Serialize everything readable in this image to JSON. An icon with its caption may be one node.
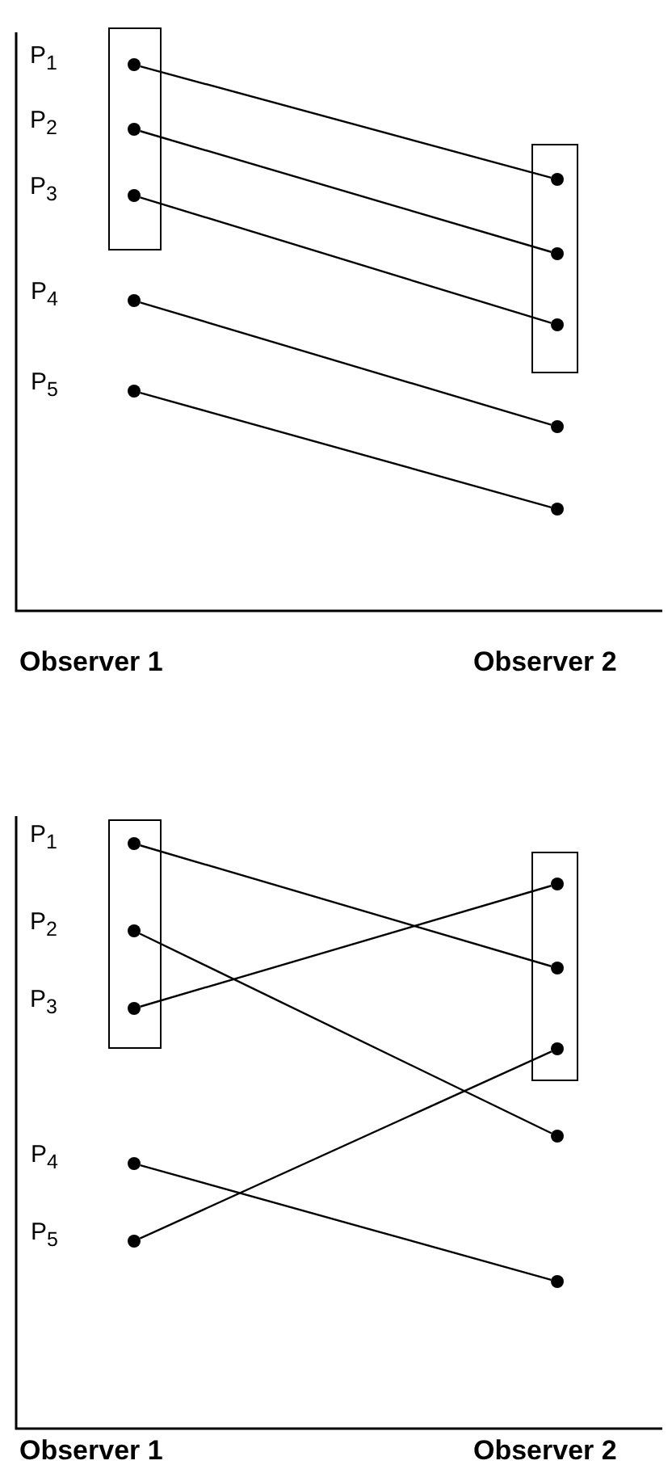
{
  "diagram": {
    "nodes": [
      {
        "text": [],
        "shape": "box"
      },
      {
        "text": [],
        "shape": "circle",
        "in": 0,
        "beside": [
          "P$_{1}$"
        ]
      },
      {
        "text": [],
        "shape": "circle",
        "in": 0,
        "beside": [
          "P$_{2}$"
        ]
      },
      {
        "text": [],
        "shape": "circle",
        "in": 0,
        "beside": [
          "P$_{3}$"
        ]
      },
      {
        "text": [],
        "shape": "circle",
        "beside": [
          "P$_{4}$"
        ]
      },
      {
        "text": [],
        "shape": "circle",
        "beside": [
          "P$_{5}$"
        ]
      },
      {
        "text": [],
        "shape": "box"
      },
      {
        "text": [],
        "shape": "circle",
        "in": 6
      },
      {
        "text": [],
        "shape": "circle",
        "in": 6
      },
      {
        "text": [],
        "shape": "circle",
        "in": 6
      },
      {
        "text": [],
        "shape": "circle"
      },
      {
        "text": [],
        "shape": "circle"
      },
      {
        "text": [],
        "shape": "box"
      },
      {
        "text": [],
        "shape": "circle",
        "in": 12,
        "beside": [
          "P$_{1}$"
        ]
      },
      {
        "text": [],
        "shape": "circle",
        "in": 12,
        "beside": [
          "P$_{2}$"
        ]
      },
      {
        "text": [],
        "shape": "circle",
        "in": 12,
        "beside": [
          "P$_{3}$"
        ]
      },
      {
        "text": [],
        "shape": "circle",
        "beside": [
          "P$_{4}$"
        ]
      },
      {
        "text": [],
        "shape": "circle",
        "beside": [
          "P$_{5}$"
        ]
      },
      {
        "text": [],
        "shape": "box"
      },
      {
        "text": [],
        "shape": "circle",
        "in": 18
      },
      {
        "text": [],
        "shape": "circle",
        "in": 18
      },
      {
        "text": [],
        "shape": "circle",
        "in": 18
      },
      {
        "text": [],
        "shape": "circle"
      },
      {
        "text": [],
        "shape": "circle"
      }
    ],
    "edges": [
      {
        "from": 1,
        "to": 7,
        "arrow": "none"
      },
      {
        "from": 2,
        "to": 8,
        "arrow": "none"
      },
      {
        "from": 3,
        "to": 9,
        "arrow": "none"
      },
      {
        "from": 4,
        "to": 10,
        "arrow": "none"
      },
      {
        "from": 5,
        "to": 11,
        "arrow": "none"
      },
      {
        "from": 13,
        "to": 20,
        "arrow": "none"
      },
      {
        "from": 14,
        "to": 22,
        "arrow": "none"
      },
      {
        "from": 15,
        "to": 19,
        "arrow": "none"
      },
      {
        "from": 16,
        "to": 23,
        "arrow": "none"
      },
      {
        "from": 17,
        "to": 21,
        "arrow": "none"
      }
    ],
    "labels": [
      "Observer 1",
      "Observer 2",
      "Observer 1",
      "Observer 2"
    ]
  }
}
